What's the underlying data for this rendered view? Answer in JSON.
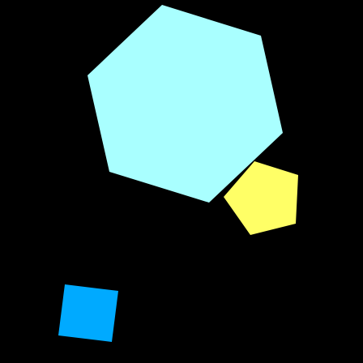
{
  "scene": {
    "background": "#000000",
    "shapes": [
      {
        "name": "cyan-hexagon",
        "kind": "hexagon",
        "color": "#A9FFFF"
      },
      {
        "name": "yellow-pentagon",
        "kind": "pentagon",
        "color": "#FFFF66"
      },
      {
        "name": "blue-square",
        "kind": "square",
        "color": "#00AAFF"
      }
    ]
  }
}
